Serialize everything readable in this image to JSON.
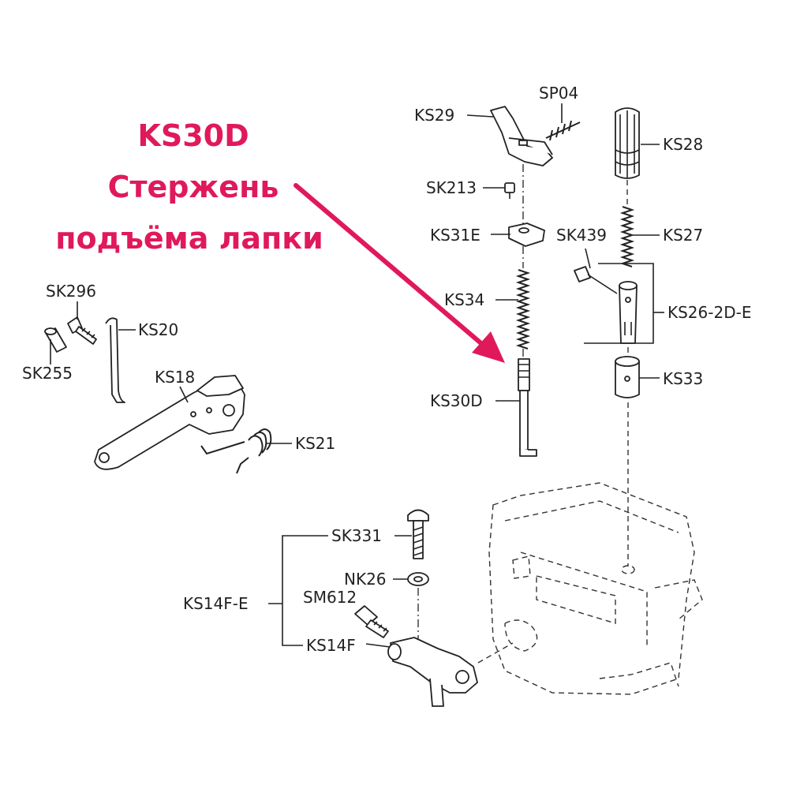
{
  "highlight": {
    "code": "KS30D",
    "line1": "Стержень",
    "line2": "подъёма лапки",
    "color": "#e0195a"
  },
  "labels": {
    "ks29": "KS29",
    "sp04": "SP04",
    "ks28": "KS28",
    "sk213": "SK213",
    "ks31e": "KS31E",
    "sk439": "SK439",
    "ks27": "KS27",
    "ks34": "KS34",
    "ks26_2d_e": "KS26-2D-E",
    "ks33": "KS33",
    "ks30d": "KS30D",
    "sk296": "SK296",
    "ks20": "KS20",
    "sk255": "SK255",
    "ks18": "KS18",
    "ks21": "KS21",
    "sk331": "SK331",
    "nk26": "NK26",
    "ks14f_e": "KS14F-E",
    "sm612": "SM612",
    "ks14f": "KS14F"
  }
}
